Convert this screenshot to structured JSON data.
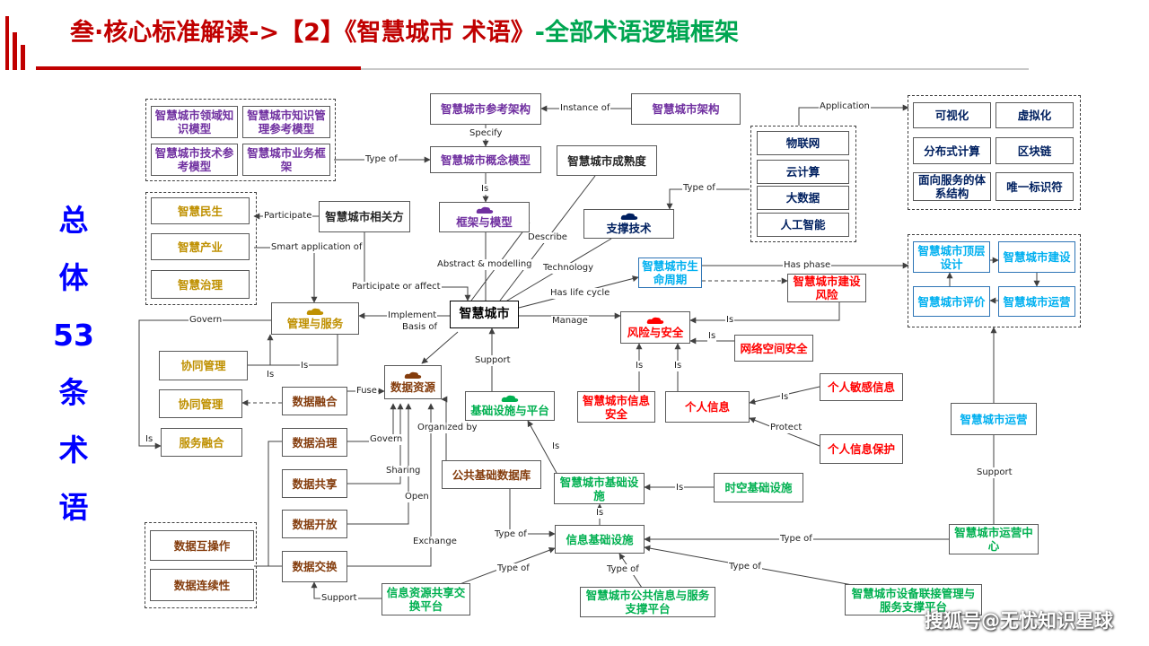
{
  "header": {
    "title_red": "叁·核心标准解读->【2】《智慧城市 术语》",
    "title_green": "-全部术语逻辑框架"
  },
  "sidebar": {
    "chars": [
      "总",
      "体",
      "53",
      "条",
      "术",
      "语"
    ]
  },
  "colors": {
    "accent_red": "#c00000",
    "title_green": "#00a651",
    "sidebar_blue": "#0000ff",
    "node_purple": "#7030a0",
    "node_gold": "#bf9000",
    "node_brown": "#843c0c",
    "node_green": "#00b050",
    "node_blue": "#002060",
    "node_red": "#ff0000",
    "node_cyan": "#00b0f0"
  },
  "nodes": {
    "city": "智慧城市",
    "ref_arch": "智慧城市参考架构",
    "city_arch": "智慧城市架构",
    "concept_model": "智慧城市概念模型",
    "maturity": "智慧城市成熟度",
    "know_model": "智慧城市领域知识模型",
    "know_mgmt": "智慧城市知识管理参考模型",
    "tech_ref": "智慧城市技术参考模型",
    "biz_frame": "智慧城市业务框架",
    "framework": "框架与模型",
    "support_tech": "支撑技术",
    "stakeholder": "智慧城市相关方",
    "livelihood": "智慧民生",
    "industry": "智慧产业",
    "governance": "智慧治理",
    "mgmt_service": "管理与服务",
    "coop1": "协同管理",
    "coop2": "协同管理",
    "svc_fusion": "服务融合",
    "data_res": "数据资源",
    "data_fusion": "数据融合",
    "data_gov": "数据治理",
    "data_share": "数据共享",
    "data_open": "数据开放",
    "data_exch": "数据交换",
    "interop": "数据互操作",
    "continuity": "数据连续性",
    "pub_db": "公共基础数据库",
    "infra_platform": "基础设施与平台",
    "city_infra": "智慧城市基础设施",
    "spatial_infra": "时空基础设施",
    "info_infra": "信息基础设施",
    "info_share_platform": "信息资源共享交换平台",
    "pub_info_platform": "智慧城市公共信息与服务支撑平台",
    "device_platform": "智慧城市设备联接管理与服务支撑平台",
    "ops_center": "智慧城市运营中心",
    "ops": "智慧城市运营",
    "risk_safety": "风险与安全",
    "info_safety": "智慧城市信息安全",
    "personal_info": "个人信息",
    "sensitive_info": "个人敏感信息",
    "info_protect": "个人信息保护",
    "cyber": "网络空间安全",
    "lifecycle": "智慧城市生命周期",
    "build_risk": "智慧城市建设风险",
    "top_design": "智慧城市顶层设计",
    "construction": "智慧城市建设",
    "evaluation": "智慧城市评价",
    "operation": "智慧城市运营",
    "iot": "物联网",
    "cloud": "云计算",
    "bigdata": "大数据",
    "ai": "人工智能",
    "visual": "可视化",
    "virtual": "虚拟化",
    "distributed": "分布式计算",
    "blockchain": "区块链",
    "soa": "面向服务的体系结构",
    "unique_id": "唯一标识符"
  },
  "relations": {
    "instance_of": "Instance of",
    "specify": "Specify",
    "type_of_concept": "Type of",
    "is_framework": "Is",
    "describe": "Describe",
    "abstract": "Abstract & modelling",
    "technology": "Technology",
    "type_of_tech": "Type of",
    "application": "Application",
    "participate": "Participate",
    "smart_app": "Smart application of",
    "participate_affect": "Participate or affect",
    "has_life_cycle": "Has life cycle",
    "has_phase": "Has phase",
    "manage": "Manage",
    "is_build_risk": "Is",
    "is_cyber": "Is",
    "implement": "Implement",
    "basis_of": "Basis of",
    "govern_mgmt": "Govern",
    "is_coop": "Is",
    "is_coop2": "Is",
    "is_svc": "Is",
    "fuse": "Fuse",
    "govern_data": "Govern",
    "sharing": "Sharing",
    "open": "Open",
    "exchange": "Exchange",
    "organized_by": "Organized by",
    "support_city": "Support",
    "is_city_infra": "Is",
    "is_spatial": "Is",
    "is_info_infra": "Is",
    "type_of_pubdb": "Type of",
    "type_of_share": "Type of",
    "type_of_pubinfo": "Type of",
    "type_of_device": "Type of",
    "type_of_ops": "Type of",
    "support_exch": "Support",
    "support_ops": "Support",
    "is_info_safety": "Is",
    "is_personal": "Is",
    "is_sensitive": "Is",
    "protect": "Protect"
  },
  "watermark": "搜狐号@无忧知识星球"
}
